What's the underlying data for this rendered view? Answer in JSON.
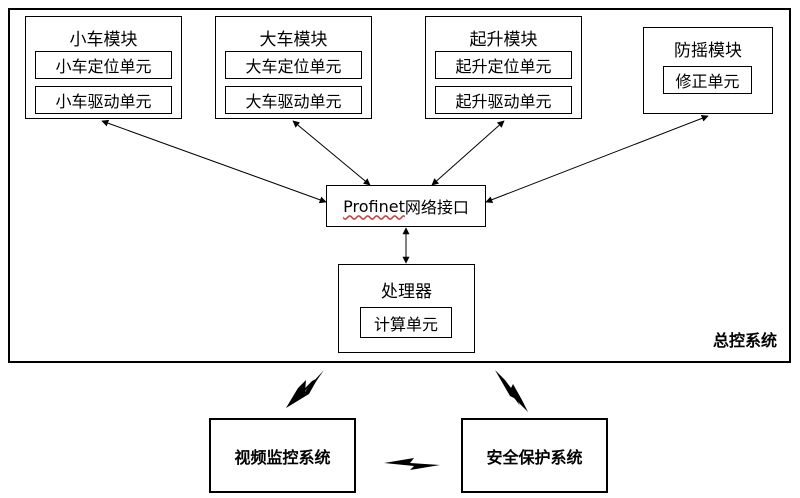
{
  "master": {
    "label": "总控系统"
  },
  "modules": [
    {
      "title": "小车模块",
      "units": [
        "小车定位单元",
        "小车驱动单元"
      ]
    },
    {
      "title": "大车模块",
      "units": [
        "大车定位单元",
        "大车驱动单元"
      ]
    },
    {
      "title": "起升模块",
      "units": [
        "起升定位单元",
        "起升驱动单元"
      ]
    },
    {
      "title": "防摇模块",
      "units": [
        "修正单元"
      ]
    }
  ],
  "interface": {
    "prefix": "Profinet",
    "suffix": "网络接口"
  },
  "processor": {
    "title": "处理器",
    "unit": "计算单元"
  },
  "external": {
    "video": "视频监控系统",
    "safety": "安全保护系统"
  }
}
